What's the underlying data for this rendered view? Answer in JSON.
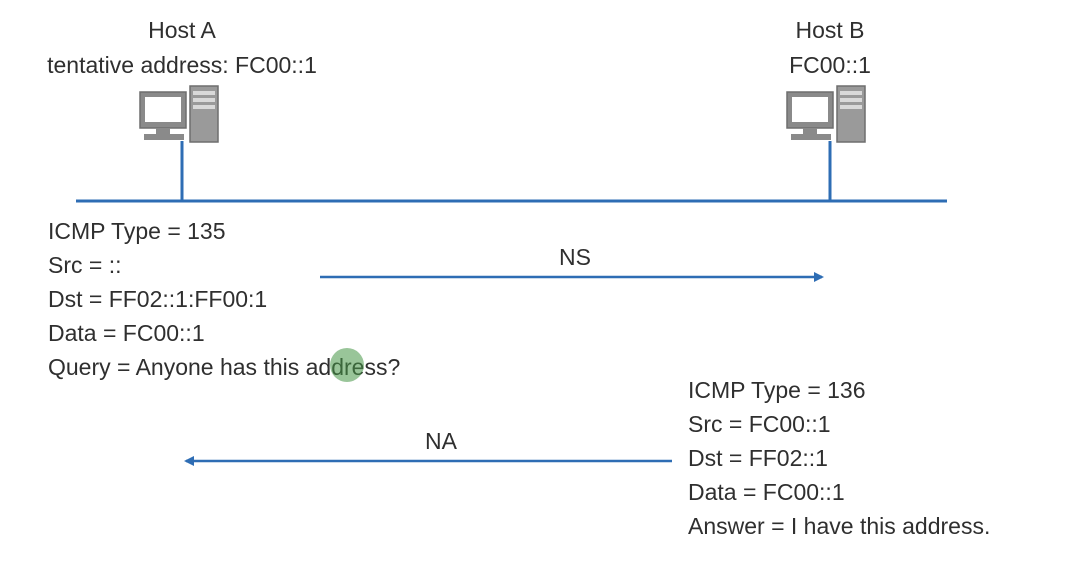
{
  "host_a": {
    "name": "Host A",
    "address_line": "tentative address: FC00::1",
    "icon": "desktop-computer-icon"
  },
  "host_b": {
    "name": "Host B",
    "address_line": "FC00::1",
    "icon": "desktop-computer-icon"
  },
  "ns_message": {
    "label": "NS",
    "lines": [
      "ICMP Type = 135",
      "Src = ::",
      "Dst = FF02::1:FF00:1",
      "Data = FC00::1",
      "Query = Anyone has this address?"
    ]
  },
  "na_message": {
    "label": "NA",
    "lines": [
      "ICMP Type = 136",
      "Src = FC00::1",
      "Dst = FF02::1",
      "Data = FC00::1",
      "Answer = I have this address."
    ]
  },
  "colors": {
    "link": "#2e6db4",
    "text": "#2f2f2f",
    "computer": "#8a8a8a"
  }
}
